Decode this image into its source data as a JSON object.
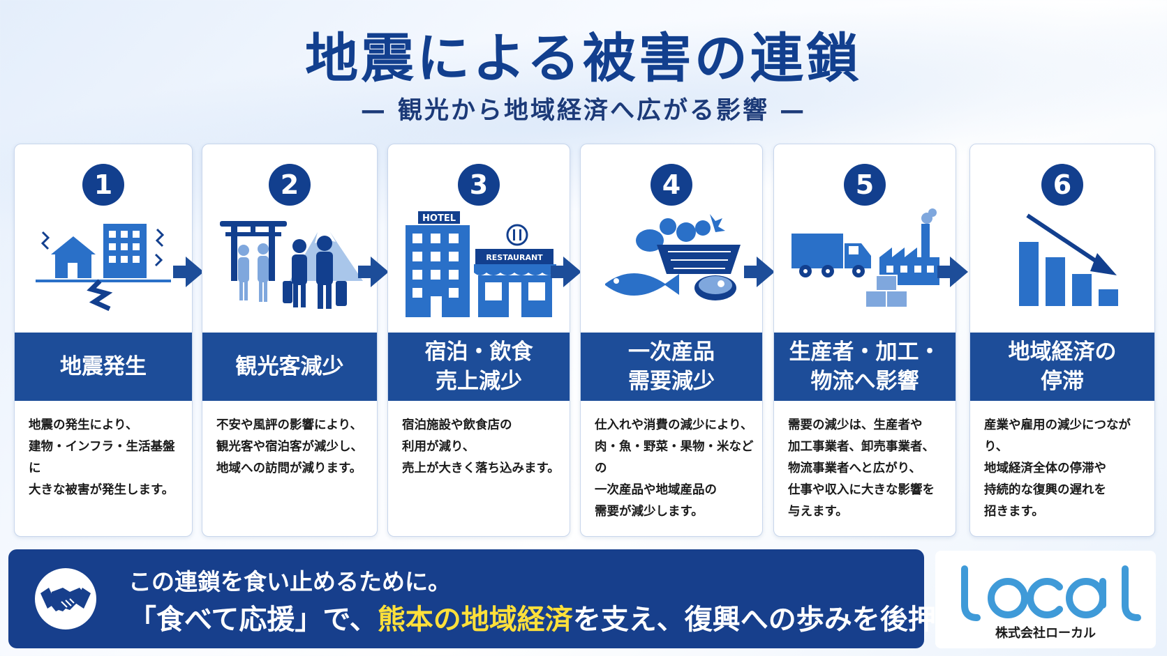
{
  "header": {
    "title": "地震による被害の連鎖",
    "subtitle": "— 観光から地域経済へ広がる影響 —"
  },
  "steps": [
    {
      "number": "1",
      "title": "地震発生",
      "description": "地震の発生により、\n建物・インフラ・生活基盤に\n大きな被害が発生します。",
      "icon": "earthquake-icon"
    },
    {
      "number": "2",
      "title": "観光客減少",
      "description": "不安や風評の影響により、\n観光客や宿泊客が減少し、\n地域への訪問が減ります。",
      "icon": "tourists-icon"
    },
    {
      "number": "3",
      "title": "宿泊・飲食\n売上減少",
      "description": "宿泊施設や飲食店の\n利用が減り、\n売上が大きく落ち込みます。",
      "icon": "hotel-restaurant-icon",
      "hotel_sign": "HOTEL",
      "restaurant_sign": "RESTAURANT"
    },
    {
      "number": "4",
      "title": "一次産品\n需要減少",
      "description": "仕入れや消費の減少により、\n肉・魚・野菜・果物・米などの\n一次産品や地域産品の\n需要が減少します。",
      "icon": "food-products-icon"
    },
    {
      "number": "5",
      "title": "生産者・加工・\n物流へ影響",
      "description": "需要の減少は、生産者や\n加工事業者、卸売事業者、\n物流事業者へと広がり、\n仕事や収入に大きな影響を\n与えます。",
      "icon": "truck-factory-icon"
    },
    {
      "number": "6",
      "title": "地域経済の\n停滞",
      "description": "産業や雇用の減少につながり、\n地域経済全体の停滞や\n持続的な復興の遅れを\n招きます。",
      "icon": "declining-chart-icon"
    }
  ],
  "footer": {
    "line1": "この連鎖を食い止めるために。",
    "line2_prefix": "「食べて応援」で、",
    "line2_highlight": "熊本の地域経済",
    "line2_suffix": "を支え、復興への歩みを後押しします。",
    "icon": "handshake-icon"
  },
  "logo": {
    "wordmark": "local",
    "company": "株式会社ローカル"
  },
  "colors": {
    "navy": "#123f8e",
    "band_blue": "#1d4d99",
    "icon_blue": "#2a70c8",
    "highlight_yellow": "#ffe03a",
    "logo_blue": "#3f9ad8"
  }
}
